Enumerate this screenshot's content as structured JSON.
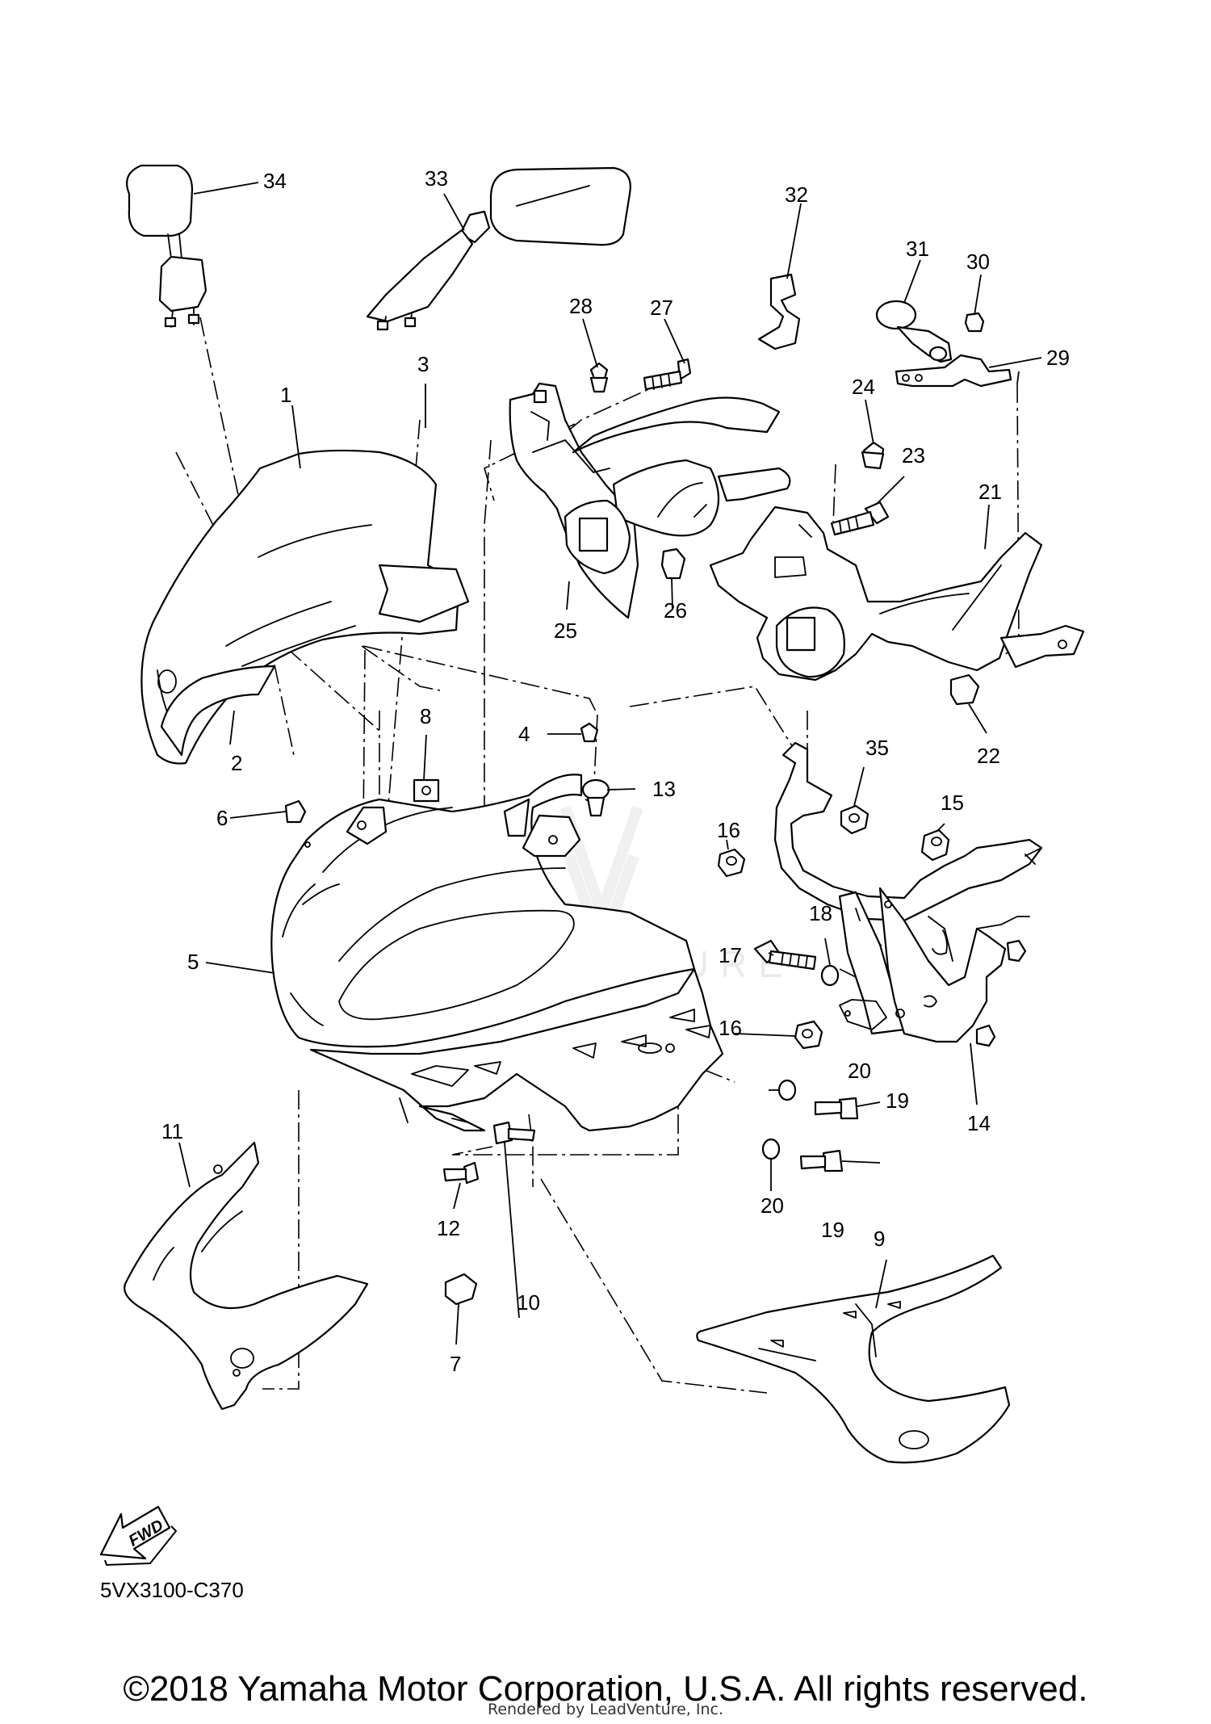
{
  "diagram": {
    "callouts": [
      "1",
      "2",
      "3",
      "4",
      "5",
      "6",
      "7",
      "8",
      "9",
      "10",
      "11",
      "12",
      "13",
      "14",
      "15",
      "16",
      "16",
      "17",
      "18",
      "19",
      "19",
      "20",
      "20",
      "21",
      "22",
      "23",
      "24",
      "25",
      "26",
      "27",
      "28",
      "29",
      "30",
      "31",
      "32",
      "33",
      "34",
      "35"
    ],
    "part_code": "5VX3100-C370",
    "fwd_label": "FWD",
    "watermark": "LEADVENTURE"
  },
  "footer": {
    "copyright": "©2018 Yamaha Motor Corporation, U.S.A. All rights reserved.",
    "rendered_by": "Rendered by LeadVenture, Inc."
  }
}
